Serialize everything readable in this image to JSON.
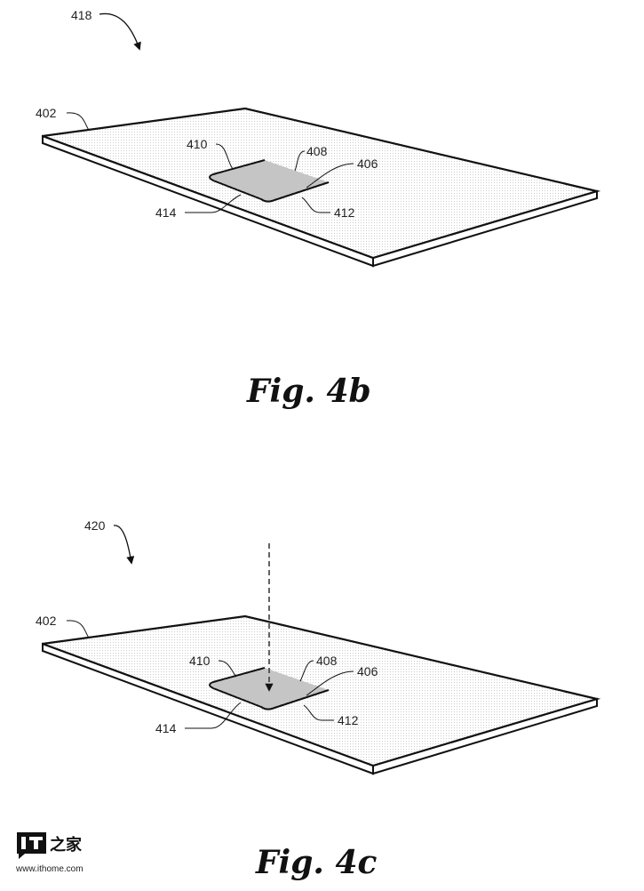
{
  "figures": [
    {
      "caption": "Fig. 4b",
      "ref": "418",
      "labels": {
        "plate": "402",
        "pad_top_edge": "410",
        "pad_surface": "408",
        "pad": "406",
        "pad_corner": "414",
        "pad_bottom_edge": "412"
      }
    },
    {
      "caption": "Fig. 4c",
      "ref": "420",
      "labels": {
        "plate": "402",
        "pad_top_edge": "410",
        "pad_surface": "408",
        "pad": "406",
        "pad_corner": "414",
        "pad_bottom_edge": "412"
      }
    }
  ],
  "watermark": {
    "brand": "IT之家",
    "url": "www.ithome.com"
  }
}
